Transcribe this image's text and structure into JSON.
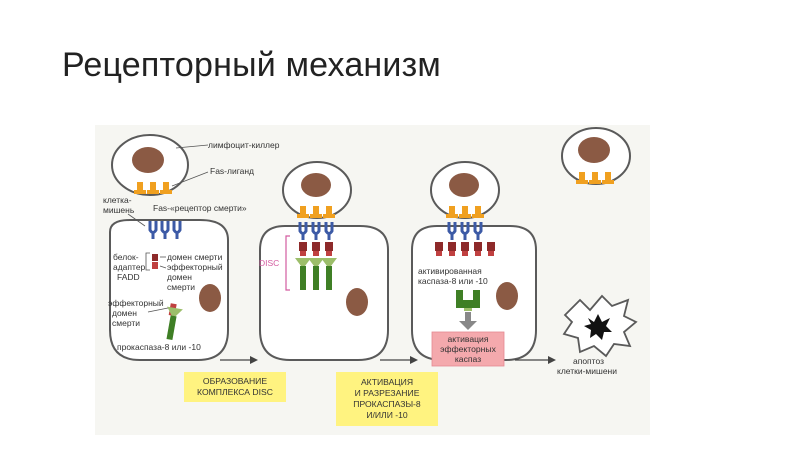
{
  "slide": {
    "title": "Рецепторный механизм"
  },
  "labels": {
    "killer_lymphocyte": "лимфоцит-киллер",
    "fas_ligand": "Fas-лиганд",
    "target_cell_line1": "клетка-",
    "target_cell_line2": "мишень",
    "death_receptor": "Fas-«рецептор смерти»",
    "adapter_line1": "белок-",
    "adapter_line2": "адаптер",
    "adapter_line3": "FADD",
    "death_domain": "домен смерти",
    "effector_domain_a1": "эффекторный",
    "effector_domain_a2": "домен",
    "effector_domain_a3": "смерти",
    "effector_domain_b1": "эффекторный",
    "effector_domain_b2": "домен",
    "effector_domain_b3": "смерти",
    "procaspase": "прокаспаза-8 или -10",
    "disc": "DISC",
    "activated_caspase_line1": "активированная",
    "activated_caspase_line2": "каспаза-8 или -10",
    "effector_activation_line1": "активация",
    "effector_activation_line2": "эффекторных",
    "effector_activation_line3": "каспаз",
    "apoptosis_line1": "апоптоз",
    "apoptosis_line2": "клетки-мишени"
  },
  "steps": {
    "step1_line1": "ОБРАЗОВАНИЕ",
    "step1_line2": "КОМПЛЕКСА DISC",
    "step2_line1": "АКТИВАЦИЯ",
    "step2_line2": "И РАЗРЕЗАНИЕ",
    "step2_line3": "ПРОКАСПАЗЫ-8",
    "step2_line4": "И/ИЛИ -10"
  },
  "colors": {
    "cell_outline": "#5a5a5a",
    "nucleus": "#8b5a44",
    "ligand": "#f0a020",
    "receptor": "#3c5aa6",
    "adapter": "#8e2a2a",
    "procaspase": "#4f8a2c",
    "disc_bracket": "#d35ca0",
    "step_box": "#fff380",
    "activation_box": "#f4a9ad"
  }
}
